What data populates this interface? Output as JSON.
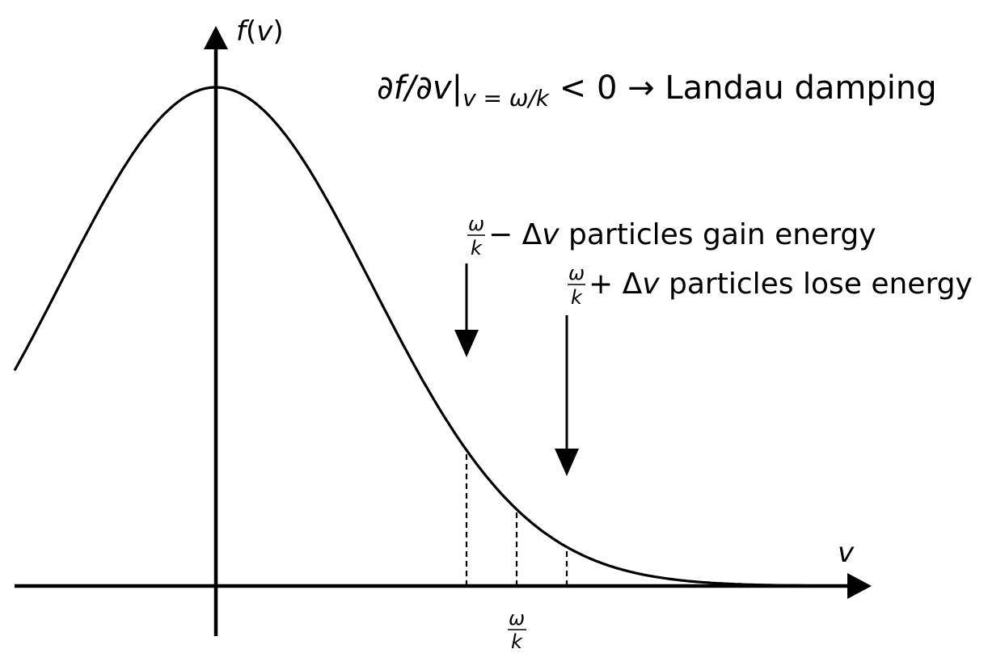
{
  "colors": {
    "ink": "#000000",
    "background": "#ffffff"
  },
  "axes": {
    "y_label": "f(v)",
    "x_label": "v",
    "x_tick_label": {
      "num": "ω",
      "den": "k"
    }
  },
  "title": {
    "prefix": "∂f/∂v|",
    "subscript": "v = ω/k",
    "relation": " < 0 → ",
    "text": "Landau damping"
  },
  "annotations": {
    "gain": {
      "frac_num": "ω",
      "frac_den": "k",
      "sign": " − Δ",
      "var": "v",
      "text": " particles gain energy"
    },
    "lose": {
      "frac_num": "ω",
      "frac_den": "k",
      "sign": " + Δ",
      "var": "v",
      "text": " particles lose energy"
    }
  },
  "chart_data": {
    "type": "line",
    "description_curve": "Maxwellian-like distribution f(v) with peak at v = 0",
    "series": [
      {
        "function": "gaussian",
        "peak_v": 0,
        "peak_f": 1.0
      }
    ],
    "markers": [
      {
        "name": "ω/k − Δv",
        "v": 1.0
      },
      {
        "name": "ω/k",
        "v": 1.2
      },
      {
        "name": "ω/k + Δv",
        "v": 1.4
      }
    ],
    "xlim": [
      -0.8,
      2.4
    ],
    "ylim": [
      0,
      1.05
    ]
  }
}
